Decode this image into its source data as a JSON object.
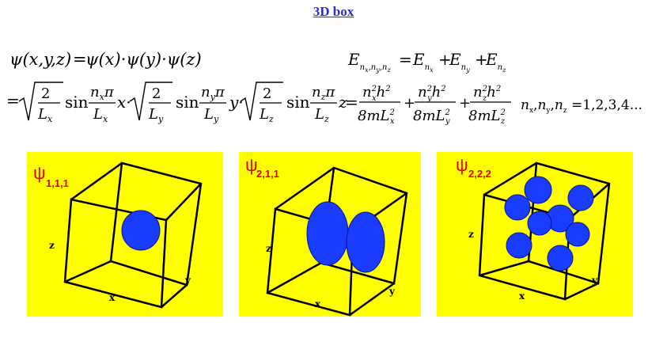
{
  "title": "3D box",
  "equations": {
    "psi_line1": "ψ(x,y,z) = ψ(x)·ψ(y)·ψ(z)",
    "psi_line2": "= √(2/Lx) sin(nxπ/Lx)x · √(2/Ly) sin(nyπ/Ly)y · √(2/Lz) sin(nzπ/Lz)z",
    "energy_line1": "E(nx,ny,nz) = E(nx) + E(ny) + E(nz)",
    "energy_line2": "= nx²h²/8mLx² + ny²h²/8mLy² + nz²h²/8mLz²",
    "quantum_numbers": "nx,ny,nz = 1,2,3,4..."
  },
  "panels": [
    {
      "label": "ψ",
      "subscript": "1,1,1",
      "axis_z": "z",
      "axis_x": "x",
      "axis_y": "y"
    },
    {
      "label": "ψ",
      "subscript": "2,1,1",
      "axis_z": "z",
      "axis_x": "x",
      "axis_y": "y"
    },
    {
      "label": "ψ",
      "subscript": "2,2,2",
      "axis_z": "z",
      "axis_x": "x",
      "axis_y": "y"
    }
  ],
  "colors": {
    "title": "#2b2bd6",
    "panel_bg": "#ffff00",
    "label": "#e00000",
    "lobe": "#1a3cff",
    "box_edge": "#000000"
  }
}
